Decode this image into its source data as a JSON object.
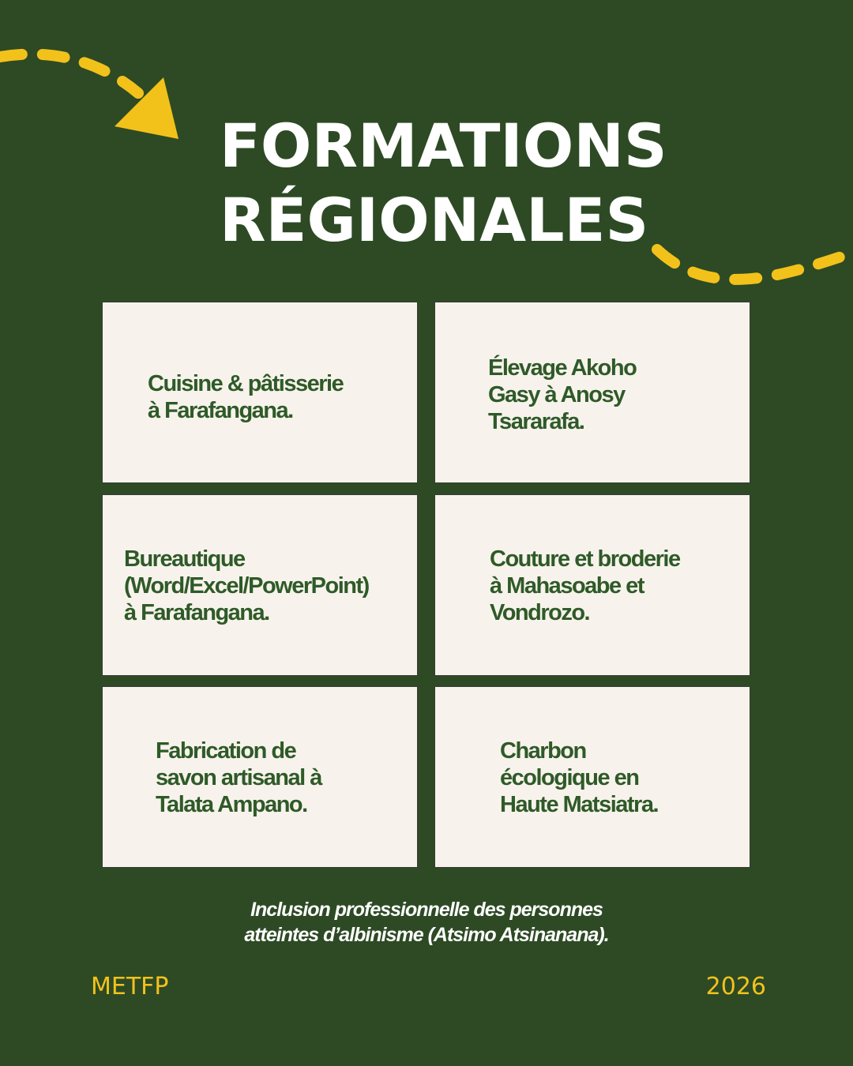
{
  "header": {
    "title_line1": "FORMATIONS",
    "title_line2": "RÉGIONALES"
  },
  "cards": [
    {
      "text": "Cuisine & pâtisserie\nà Farafangana."
    },
    {
      "text": "Élevage Akoho\nGasy à Anosy\nTsararafa."
    },
    {
      "text": "Bureautique\n(Word/Excel/PowerPoint)\nà Farafangana."
    },
    {
      "text": "Couture et broderie\nà Mahasoabe et\nVondrozo."
    },
    {
      "text": "Fabrication de\nsavon artisanal à\nTalata Ampano."
    },
    {
      "text": "Charbon\nécologique en\nHaute Matsiatra."
    }
  ],
  "footer": {
    "note": "Inclusion professionnelle des personnes\natteintes d’albinisme (Atsimo Atsinanana).",
    "brand": "METFP",
    "year": "2026"
  },
  "colors": {
    "background": "#2d4a24",
    "accent": "#f2c21b",
    "card_background": "#f7f3ec",
    "card_text": "#2f5a28",
    "title_text": "#ffffff"
  },
  "icons": {
    "arrow": "arrow-right-icon",
    "dashed_path_top": "dashed-curve",
    "dashed_path_right": "dashed-curve"
  }
}
